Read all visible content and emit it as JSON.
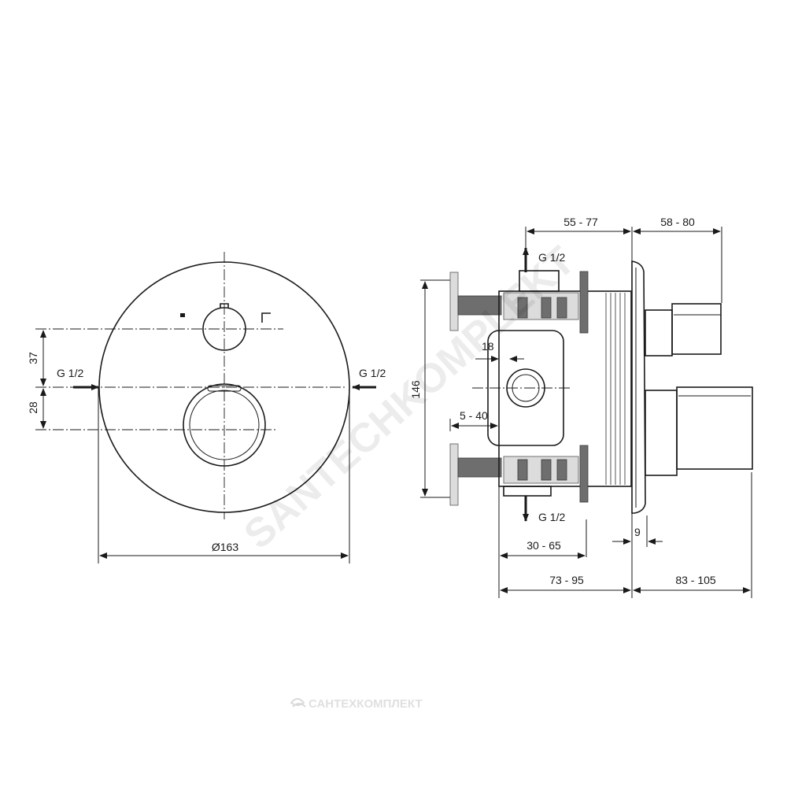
{
  "front_view": {
    "offset_top": "37",
    "offset_bottom": "28",
    "inlet_left": "G 1/2",
    "inlet_right": "G 1/2",
    "diameter": "Ø163"
  },
  "side_view": {
    "outlet_top": "G 1/2",
    "outlet_bottom": "G 1/2",
    "height": "146",
    "depth_18": "18",
    "range_5_40": "5 - 40",
    "range_55_77": "55 - 77",
    "range_58_80": "58 - 80",
    "range_30_65": "30 - 65",
    "range_73_95": "73 - 95",
    "range_83_105": "83 - 105",
    "plate_9": "9"
  },
  "watermark": {
    "diagonal": "SANTECHKOMPLEKT",
    "footer": "САНТЕХКОМПЛЕКТ"
  }
}
